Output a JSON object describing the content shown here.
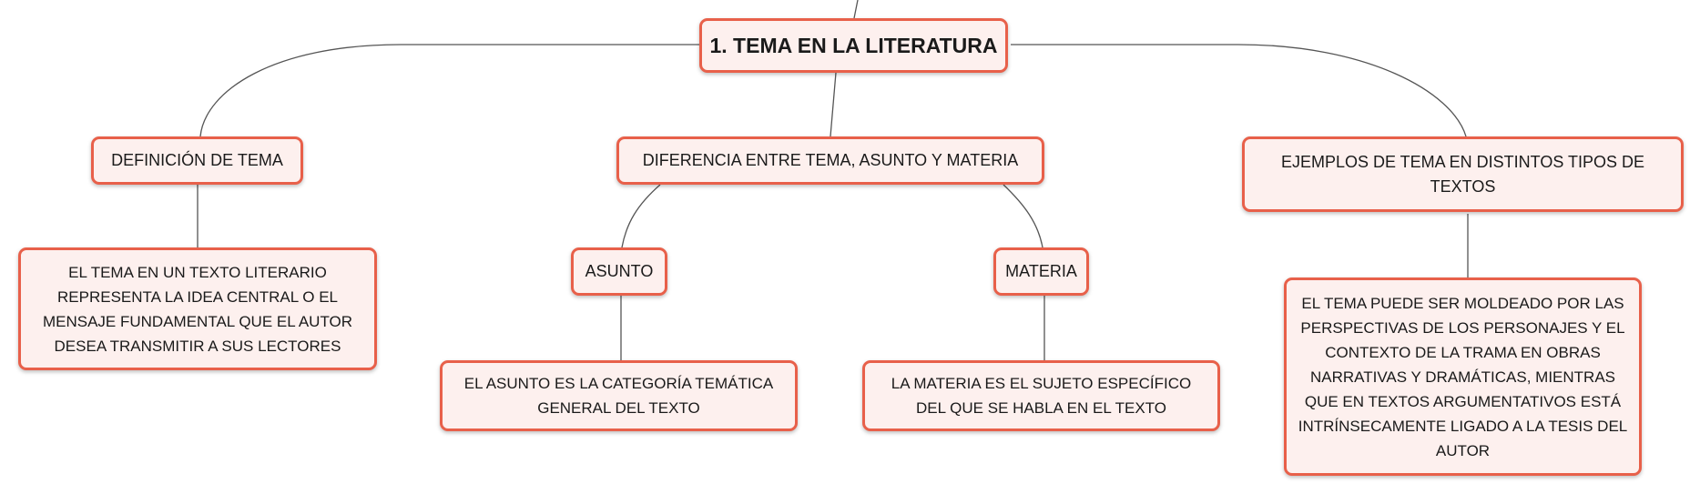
{
  "map": {
    "root": {
      "label": "1. TEMA EN LA LITERATURA"
    },
    "definicion": {
      "label": "DEFINICIÓN DE TEMA",
      "detail": "EL TEMA EN UN TEXTO LITERARIO REPRESENTA LA IDEA CENTRAL O EL MENSAJE FUNDAMENTAL QUE EL AUTOR DESEA TRANSMITIR A SUS LECTORES"
    },
    "diferencia": {
      "label": "DIFERENCIA ENTRE TEMA, ASUNTO Y MATERIA",
      "asunto": {
        "label": "ASUNTO",
        "detail": "EL ASUNTO ES LA CATEGORÍA TEMÁTICA GENERAL DEL TEXTO"
      },
      "materia": {
        "label": "MATERIA",
        "detail": "LA MATERIA ES EL SUJETO ESPECÍFICO DEL QUE SE HABLA EN EL TEXTO"
      }
    },
    "ejemplos": {
      "label": "EJEMPLOS DE TEMA EN DISTINTOS TIPOS DE TEXTOS",
      "detail": "EL TEMA PUEDE SER MOLDEADO POR LAS PERSPECTIVAS DE LOS PERSONAJES Y EL CONTEXTO DE LA TRAMA EN OBRAS NARRATIVAS Y DRAMÁTICAS, MIENTRAS QUE EN TEXTOS ARGUMENTATIVOS ESTÁ INTRÍNSECAMENTE LIGADO A LA TESIS DEL AUTOR"
    }
  },
  "colors": {
    "border": "#e8604a",
    "fill": "#fdf0ee",
    "connector": "#555555"
  }
}
